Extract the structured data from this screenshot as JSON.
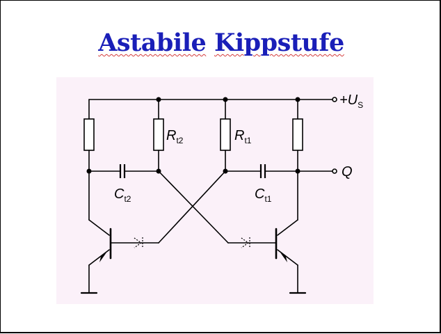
{
  "slide": {
    "title_word1": "Astabile",
    "title_word2": "Kippstufe"
  },
  "circuit": {
    "supply": {
      "symbol": "+U",
      "subscript": "S"
    },
    "output": "Q",
    "resistors": [
      {
        "letter": "R",
        "subscript": "t2"
      },
      {
        "letter": "R",
        "subscript": "t1"
      }
    ],
    "capacitors": [
      {
        "letter": "C",
        "subscript": "t2"
      },
      {
        "letter": "C",
        "subscript": "t1"
      }
    ]
  }
}
